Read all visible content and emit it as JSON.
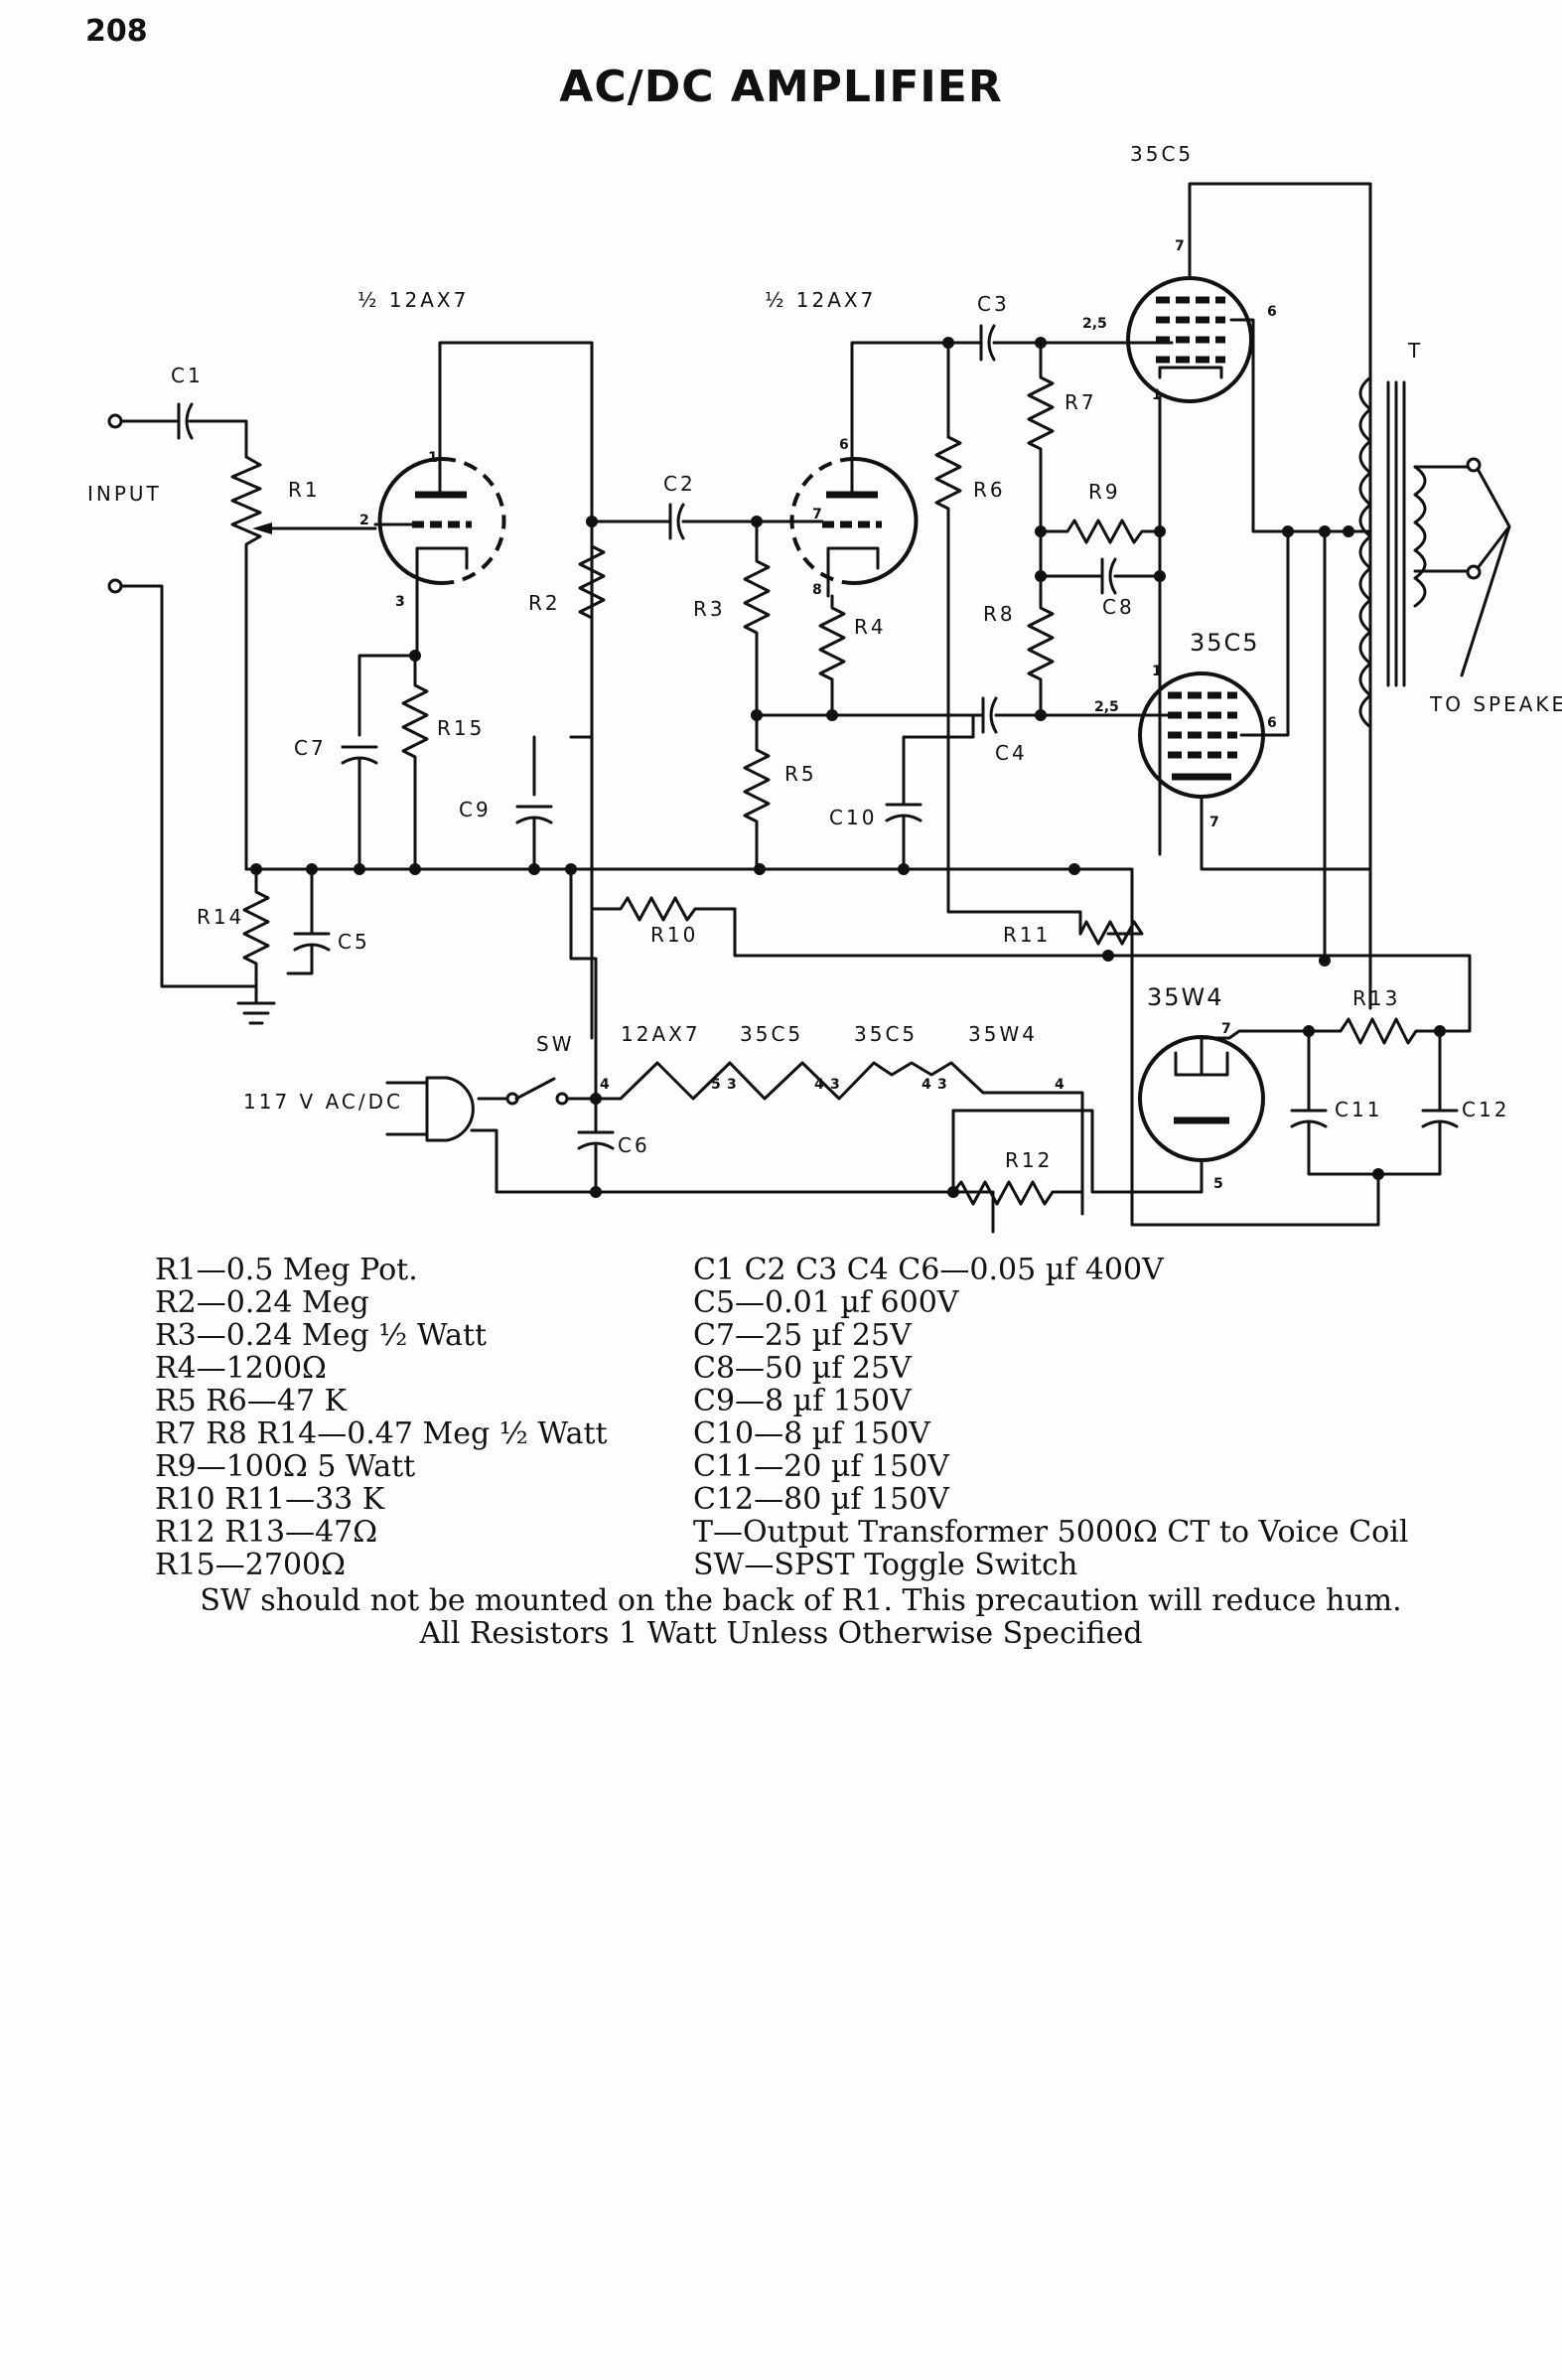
{
  "page_number": "208",
  "title": "AC/DC AMPLIFIER",
  "schematic": {
    "tube_labels": [
      "½ 12AX7",
      "½ 12AX7",
      "35C5",
      "35C5",
      "35W4"
    ],
    "heater_string": [
      "12AX7",
      "35C5",
      "35C5",
      "35W4"
    ],
    "component_labels": [
      "C1",
      "C2",
      "C3",
      "C4",
      "C5",
      "C6",
      "C7",
      "C8",
      "C9",
      "C10",
      "C11",
      "C12",
      "R1",
      "R2",
      "R3",
      "R4",
      "R5",
      "R6",
      "R7",
      "R8",
      "R9",
      "R10",
      "R11",
      "R12",
      "R13",
      "R14",
      "R15",
      "SW",
      "T"
    ],
    "io_labels": {
      "input": "INPUT",
      "power": "117 V AC/DC",
      "output": "TO SPEAKER"
    }
  },
  "parts_list": {
    "resistors": [
      {
        "ref": "R1",
        "value": "0.5 Meg Pot."
      },
      {
        "ref": "R2",
        "value": "0.24 Meg"
      },
      {
        "ref": "R3",
        "value": "0.24 Meg ½ Watt"
      },
      {
        "ref": "R4",
        "value": "1200Ω"
      },
      {
        "ref": "R5 R6",
        "value": "47 K"
      },
      {
        "ref": "R7 R8 R14",
        "value": "0.47 Meg ½ Watt"
      },
      {
        "ref": "R9",
        "value": "100Ω 5 Watt"
      },
      {
        "ref": "R10 R11",
        "value": "33 K"
      },
      {
        "ref": "R12 R13",
        "value": "47Ω"
      },
      {
        "ref": "R15",
        "value": "2700Ω"
      }
    ],
    "capacitors": [
      {
        "ref": "C1 C2 C3 C4 C6",
        "value": "0.05 µf 400V"
      },
      {
        "ref": "C5",
        "value": "0.01 µf 600V"
      },
      {
        "ref": "C7",
        "value": "25 µf 25V"
      },
      {
        "ref": "C8",
        "value": "50 µf 25V"
      },
      {
        "ref": "C9",
        "value": "8 µf 150V"
      },
      {
        "ref": "C10",
        "value": "8 µf 150V"
      },
      {
        "ref": "C11",
        "value": "20 µf 150V"
      },
      {
        "ref": "C12",
        "value": "80 µf 150V"
      },
      {
        "ref": "T",
        "value": "Output Transformer 5000Ω CT to Voice Coil"
      },
      {
        "ref": "SW",
        "value": "SPST Toggle Switch"
      }
    ]
  },
  "notes": [
    "SW should not be mounted on the back of R1. This precaution will reduce hum.",
    "All Resistors 1 Watt Unless Otherwise Specified"
  ]
}
